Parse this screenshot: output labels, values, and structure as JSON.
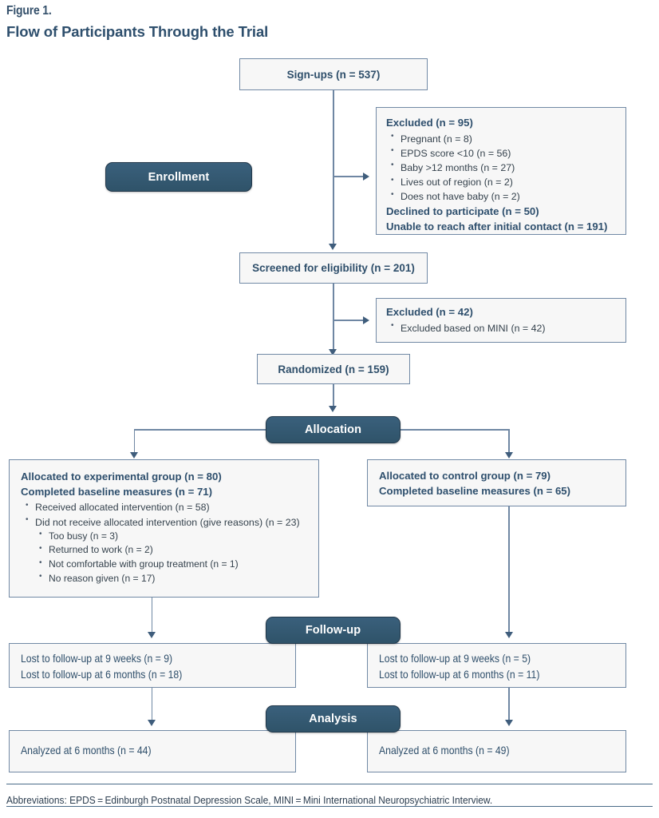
{
  "figure": {
    "label": "Figure 1.",
    "title": "Flow of Participants Through the Trial"
  },
  "stages": {
    "enrollment": "Enrollment",
    "allocation": "Allocation",
    "followup": "Follow-up",
    "analysis": "Analysis"
  },
  "nodes": {
    "signups": "Sign-ups (n = 537)",
    "screened": "Screened for eligibility (n = 201)",
    "randomized": "Randomized (n = 159)"
  },
  "excluded_1": {
    "header": "Excluded (n = 95)",
    "items": [
      "Pregnant (n = 8)",
      "EPDS score <10 (n = 56)",
      "Baby >12 months (n = 27)",
      "Lives out of region (n = 2)",
      "Does not have baby (n = 2)"
    ],
    "footer_1": "Declined to participate (n = 50)",
    "footer_2": "Unable to reach after initial contact (n = 191)"
  },
  "excluded_2": {
    "header": "Excluded (n = 42)",
    "items": [
      "Excluded based on MINI (n = 42)"
    ]
  },
  "allocation_left": {
    "line_1": "Allocated to experimental group (n = 80)",
    "line_2": "Completed baseline measures (n = 71)",
    "items": [
      "Received allocated intervention (n = 58)",
      "Did not receive allocated intervention (give reasons) (n = 23)"
    ],
    "sub_items": [
      "Too busy (n = 3)",
      "Returned to work (n = 2)",
      "Not comfortable with group treatment (n = 1)",
      "No reason given (n = 17)"
    ]
  },
  "allocation_right": {
    "line_1": "Allocated to control group (n = 79)",
    "line_2": "Completed baseline measures (n = 65)"
  },
  "followup_left": {
    "line_1": "Lost to follow-up at 9 weeks (n = 9)",
    "line_2": "Lost to follow-up at 6 months (n = 18)"
  },
  "followup_right": {
    "line_1": "Lost to follow-up at 9 weeks (n = 5)",
    "line_2": "Lost to follow-up at 6 months (n = 11)"
  },
  "analysis_left": {
    "line_1": "Analyzed at 6 months (n = 44)"
  },
  "analysis_right": {
    "line_1": "Analyzed at 6 months (n = 49)"
  },
  "footnote": {
    "text": "Abbreviations: EPDS = Edinburgh Postnatal Depression Scale, MINI = Mini International Neuropsychiatric Interview."
  },
  "colors": {
    "banner": "#34566f",
    "box_border": "#7189a5",
    "box_fill": "#f7f7f7",
    "text": "#2f4f6b",
    "connector": "#6f87a3"
  }
}
